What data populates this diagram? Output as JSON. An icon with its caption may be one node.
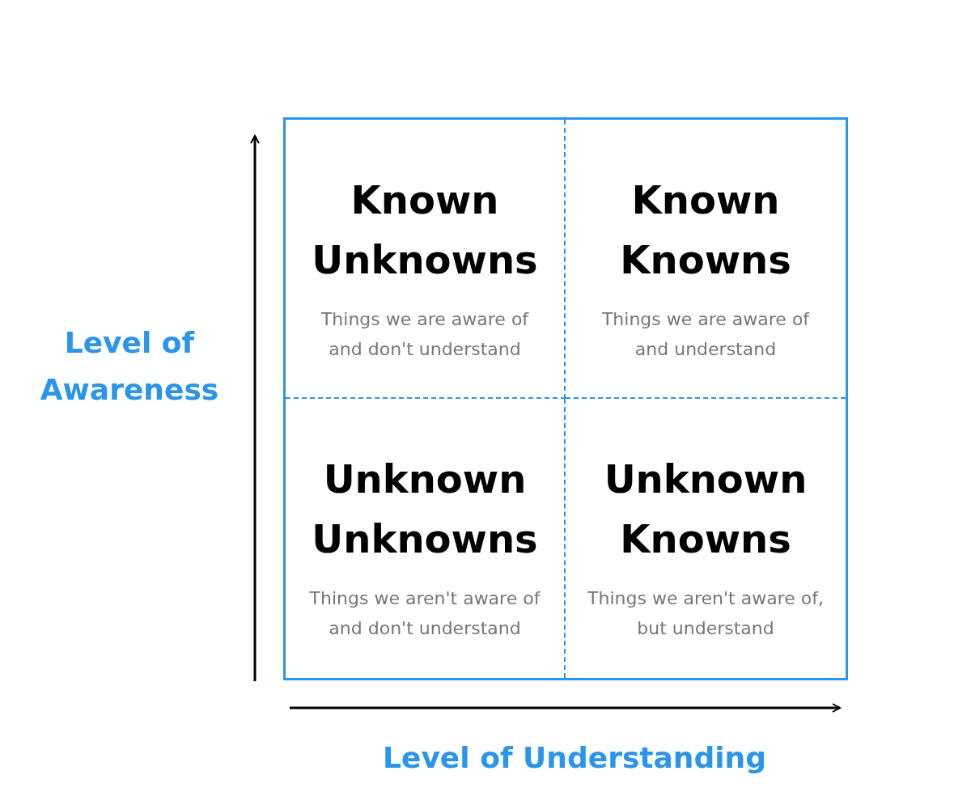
{
  "diagram": {
    "nodes": [
      {
        "text": [
          "Known Unknowns",
          "Things we are aware of and don't understand"
        ]
      },
      {
        "text": [
          "Known Knowns",
          "Things we are aware of and understand"
        ]
      },
      {
        "text": [
          "Unknown Unknowns",
          "Things we aren't aware of and don't understand"
        ]
      },
      {
        "text": [
          "Unknown Knowns",
          "Things we aren't aware of, but understand"
        ]
      }
    ],
    "labels": [
      "Level of Awareness",
      "Level of Understanding"
    ]
  }
}
